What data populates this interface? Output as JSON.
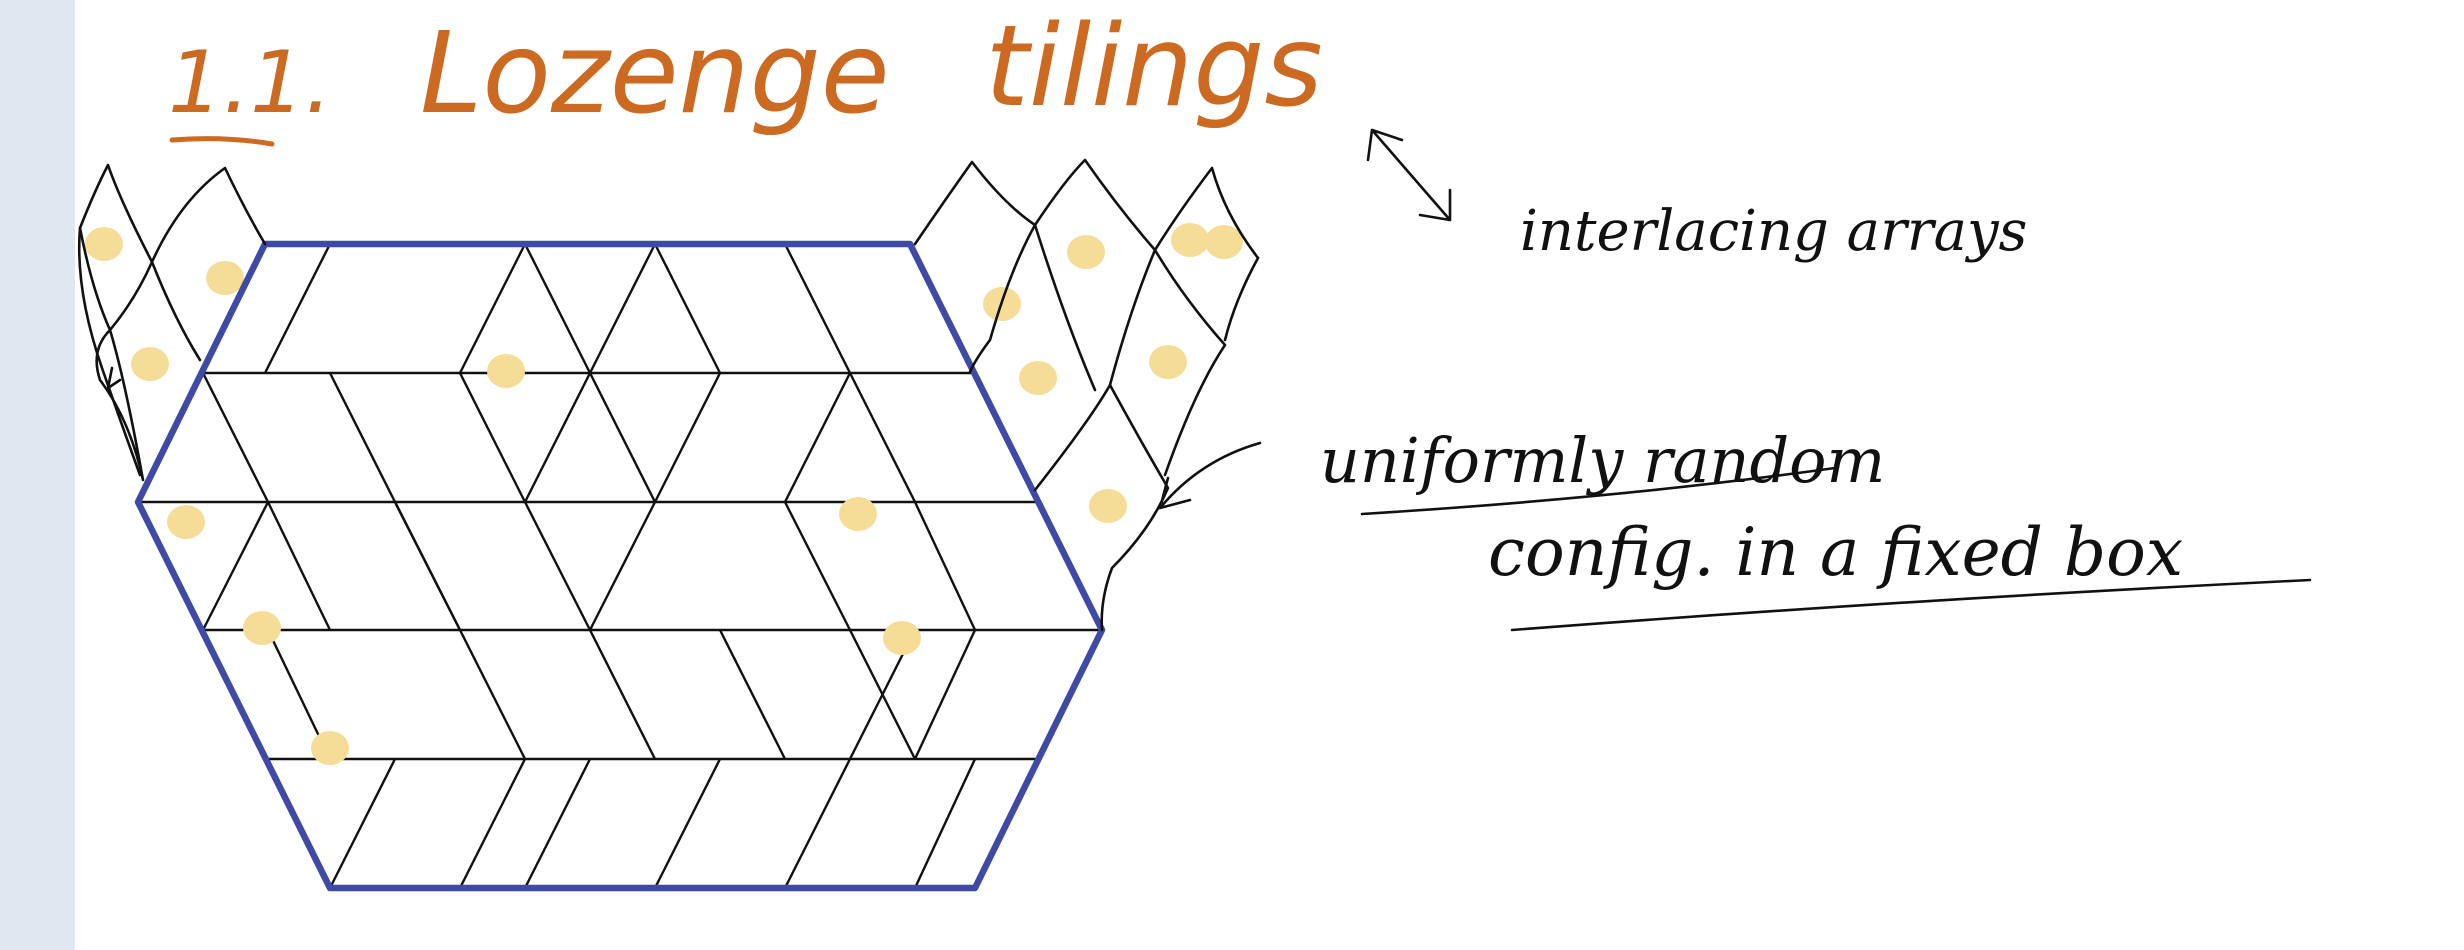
{
  "title": {
    "number": "1.1.",
    "words": [
      "Lozenge",
      "tilings"
    ]
  },
  "annotations": {
    "interlacing": "interlacing arrays",
    "uniform_line1": "uniformly random",
    "uniform_line2": "config. in a fixed box"
  },
  "colors": {
    "title_ink": "#cc6a22",
    "boundary": "#3f4aa6",
    "dot": "#f5dd98",
    "ink": "#111111",
    "sidebar": "#e1e7f1"
  },
  "diagram": {
    "shape": "hexagon",
    "grid_rows": 5,
    "marked_lozenges": 16
  }
}
